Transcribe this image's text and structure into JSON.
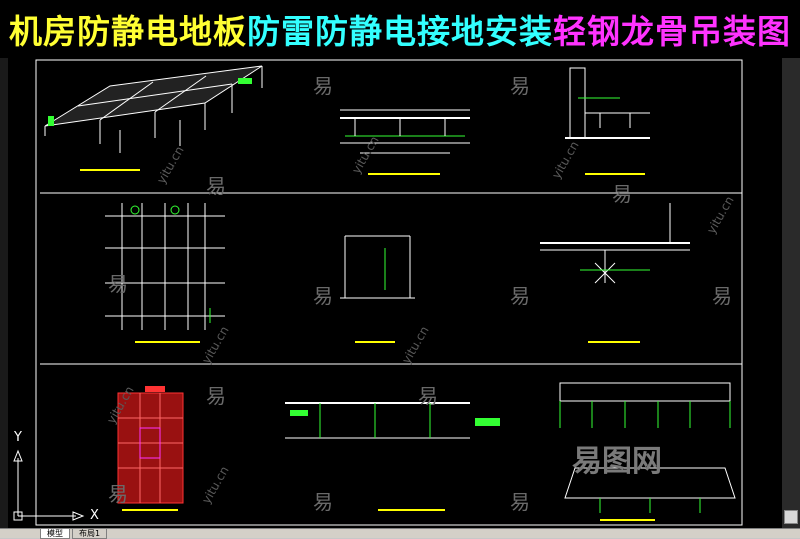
{
  "title": {
    "part1": "机房防静电地板",
    "part2": "防雷防静电接地安装",
    "part3": "轻钢龙骨吊装图"
  },
  "colors": {
    "part1": "#ffff33",
    "part2": "#33ffff",
    "part3": "#ff33ff",
    "lines": "#ffffff",
    "green": "#33ff33",
    "yellow": "#ffff00"
  },
  "ucs": {
    "y_label": "Y",
    "x_label": "X"
  },
  "watermark": {
    "char": "易",
    "site": "yitu.cn",
    "logo": "易图网"
  },
  "tabs": [
    "模型",
    "布局1"
  ]
}
